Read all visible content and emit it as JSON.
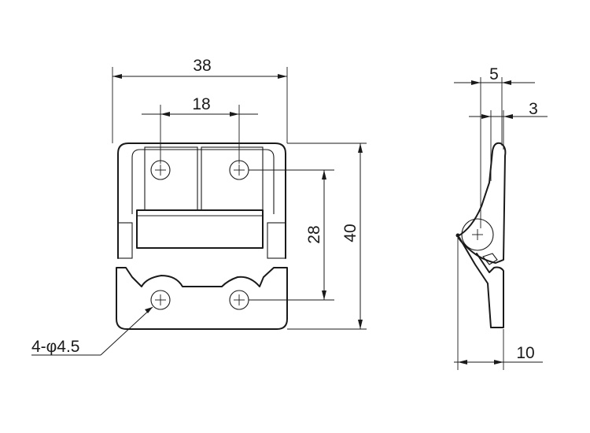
{
  "dimensions": {
    "overall_width": "38",
    "hole_spacing_top": "18",
    "hole_spacing_vertical": "28",
    "overall_height": "40",
    "hole_callout": "4-φ4.5",
    "side_top": "5",
    "side_thickness": "3",
    "side_depth": "10"
  }
}
